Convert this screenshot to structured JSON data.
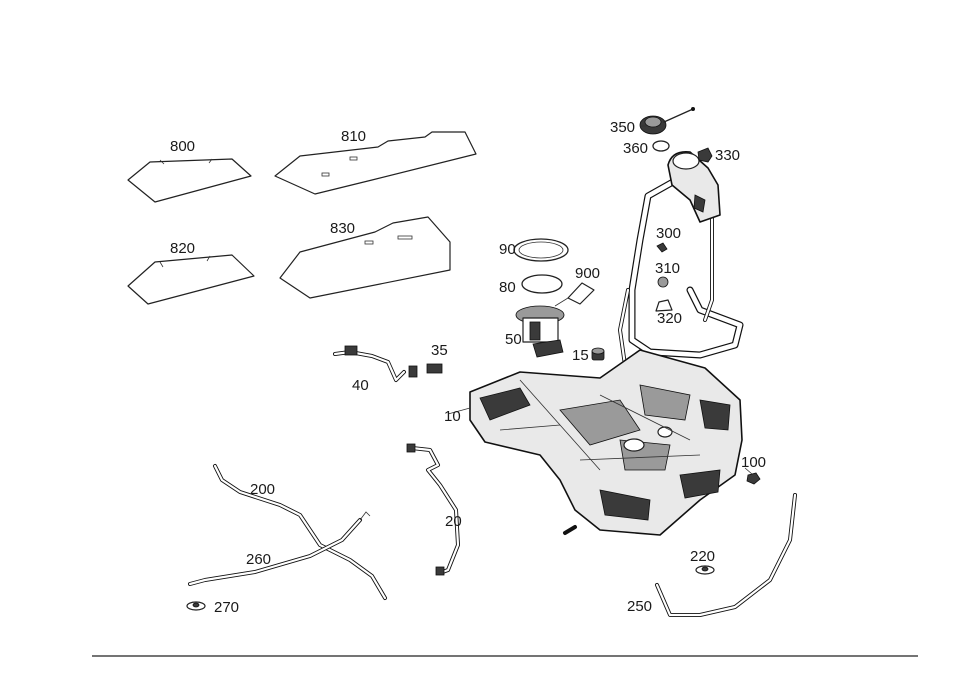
{
  "diagram": {
    "parts": [
      {
        "id": "p800",
        "label": "800"
      },
      {
        "id": "p810",
        "label": "810"
      },
      {
        "id": "p820",
        "label": "820"
      },
      {
        "id": "p830",
        "label": "830"
      },
      {
        "id": "p350",
        "label": "350"
      },
      {
        "id": "p360",
        "label": "360"
      },
      {
        "id": "p330",
        "label": "330"
      },
      {
        "id": "p300",
        "label": "300"
      },
      {
        "id": "p310",
        "label": "310"
      },
      {
        "id": "p320",
        "label": "320"
      },
      {
        "id": "p90",
        "label": "90"
      },
      {
        "id": "p80",
        "label": "80"
      },
      {
        "id": "p900",
        "label": "900"
      },
      {
        "id": "p50",
        "label": "50"
      },
      {
        "id": "p15",
        "label": "15"
      },
      {
        "id": "p35",
        "label": "35"
      },
      {
        "id": "p40",
        "label": "40"
      },
      {
        "id": "p10",
        "label": "10"
      },
      {
        "id": "p100",
        "label": "100"
      },
      {
        "id": "p200",
        "label": "200"
      },
      {
        "id": "p20",
        "label": "20"
      },
      {
        "id": "p260",
        "label": "260"
      },
      {
        "id": "p270",
        "label": "270"
      },
      {
        "id": "p220",
        "label": "220"
      },
      {
        "id": "p250",
        "label": "250"
      }
    ]
  }
}
